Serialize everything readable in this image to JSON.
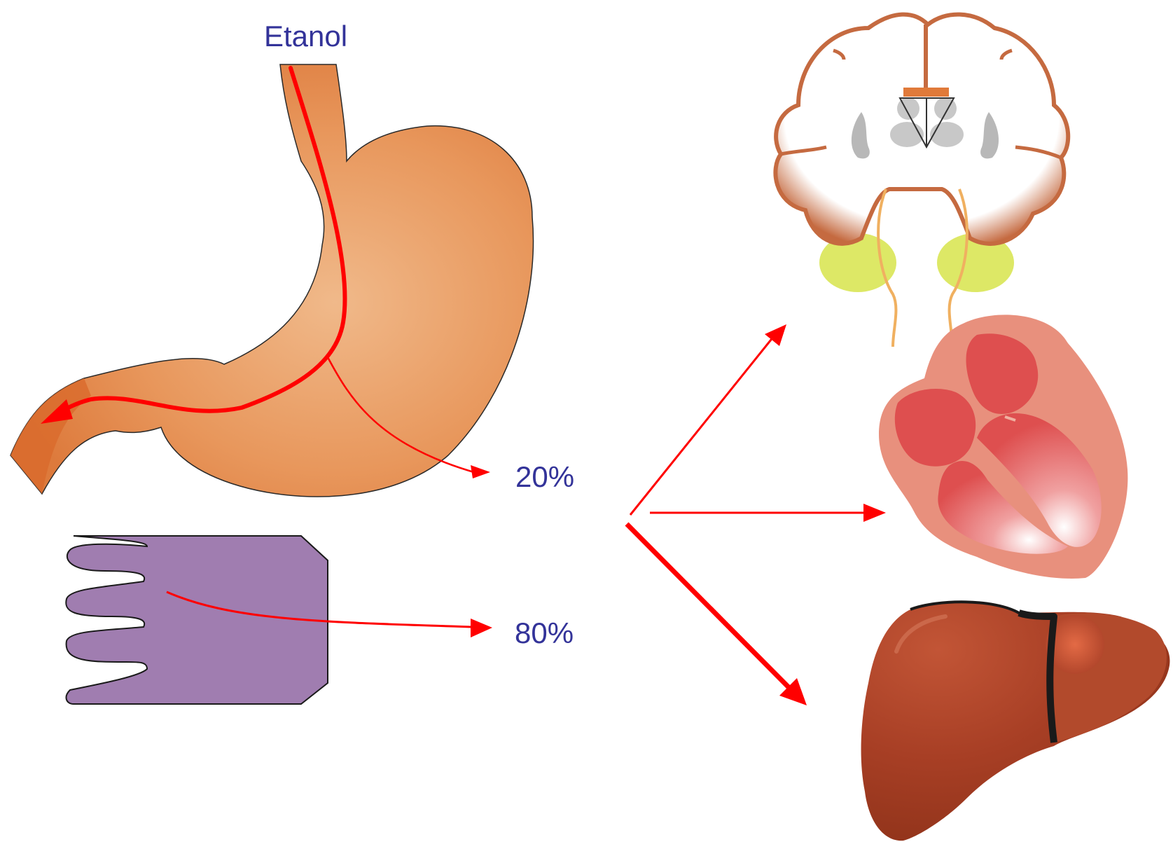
{
  "labels": {
    "input": "Etanol",
    "stomach_percent": "20%",
    "intestine_percent": "80%"
  },
  "icons": {
    "stomach": "stomach-icon",
    "intestine": "intestine-villi-icon",
    "brain": "brain-icon",
    "heart": "heart-icon",
    "liver": "liver-icon"
  },
  "colors": {
    "arrow": "#ff0000",
    "label_text": "#333399",
    "stomach": "#e8935a",
    "intestine": "#a07db0",
    "brain_cortex": "#c1643a",
    "heart": "#e07070",
    "liver": "#a63c23"
  }
}
